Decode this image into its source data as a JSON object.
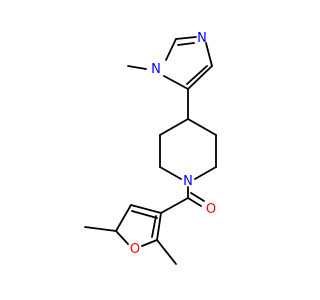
{
  "molecule": {
    "atoms": [
      {
        "id": "n_imid_methyl",
        "label": "N",
        "color": "#0000ff"
      },
      {
        "id": "n_imid_top",
        "label": "N",
        "color": "#0000ff"
      },
      {
        "id": "n_piperidine",
        "label": "N",
        "color": "#0000ff"
      },
      {
        "id": "o_carbonyl",
        "label": "O",
        "color": "#ff0000"
      },
      {
        "id": "o_furan",
        "label": "O",
        "color": "#ff0000"
      }
    ],
    "bond_color": "#000000"
  }
}
